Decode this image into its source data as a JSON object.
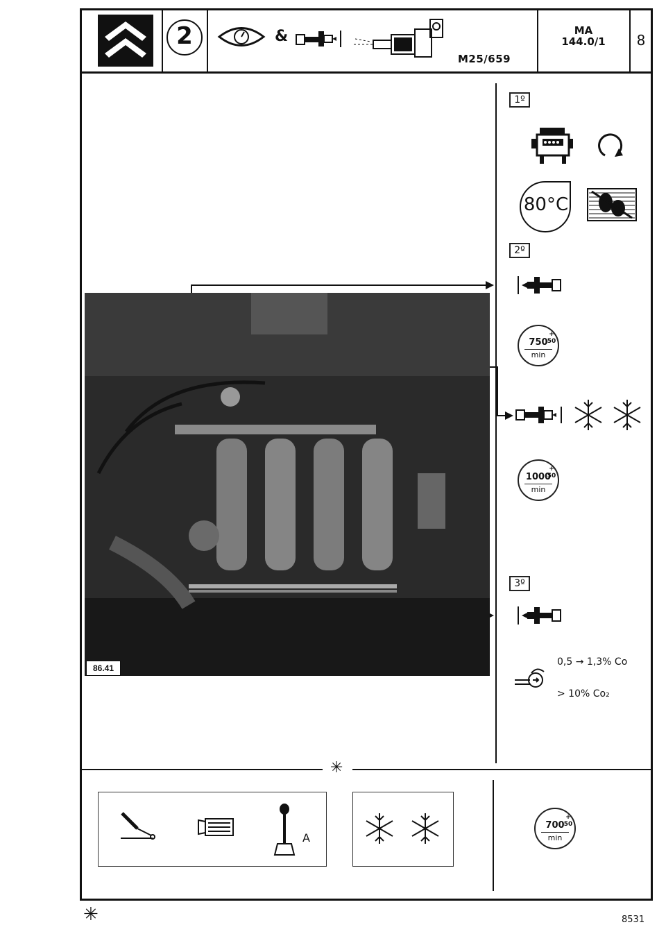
{
  "header": {
    "step_number": "2",
    "ampersand": "&",
    "ref": "M25/659",
    "ma_label": "MA",
    "ma_code": "144.0/1",
    "page": "8"
  },
  "steps": [
    {
      "label": "1º"
    },
    {
      "label": "2º"
    },
    {
      "label": "3º"
    }
  ],
  "temperature": "80°C",
  "rpm": [
    {
      "value": "750",
      "tol": "+ 50",
      "unit": "min"
    },
    {
      "value": "1000",
      "tol": "+ 50",
      "unit": "min"
    },
    {
      "value": "700",
      "tol": "+ 50",
      "unit": "min"
    }
  ],
  "photo": {
    "label": "86.41"
  },
  "emissions": {
    "co": "0,5 → 1,3% Co",
    "co2": "> 10% Co₂"
  },
  "footer": {
    "gear_label": "A"
  },
  "page_code": "8531",
  "asterisk": "✳"
}
